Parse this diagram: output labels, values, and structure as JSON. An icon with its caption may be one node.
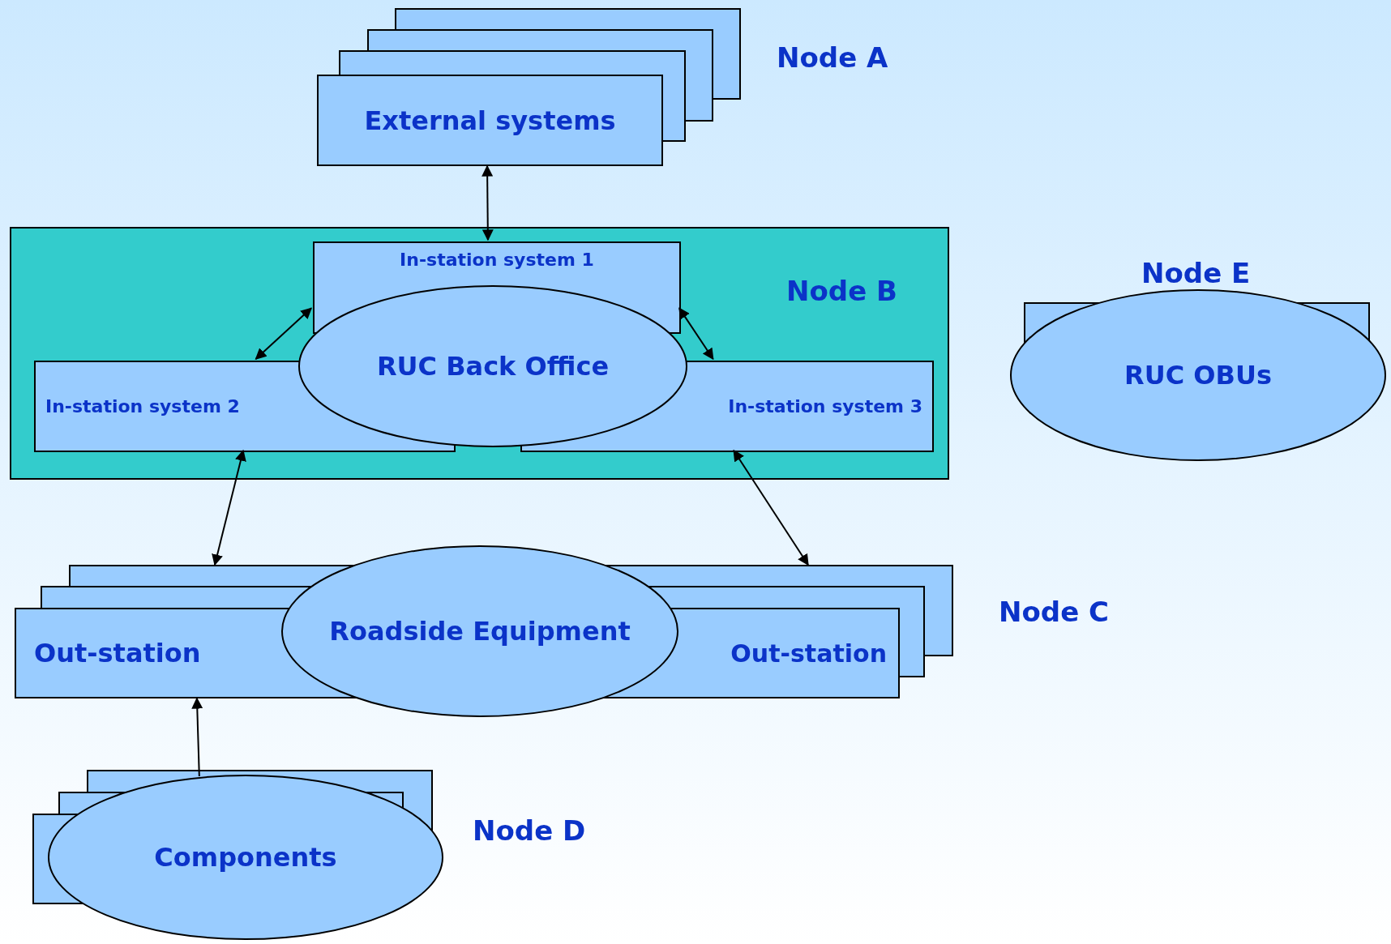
{
  "diagram": {
    "nodes": [
      {
        "text": [
          "External systems"
        ]
      },
      {
        "text": [
          "Node B"
        ]
      },
      {
        "text": [
          "In-station system 1"
        ],
        "in": 1
      },
      {
        "text": [
          "In-station system 2"
        ],
        "in": 1
      },
      {
        "text": [
          "In-station system 3"
        ],
        "in": 1
      },
      {
        "text": [
          "RUC Back Office"
        ],
        "in": 1
      },
      {
        "text": [
          "RUC OBUs"
        ]
      },
      {
        "text": [
          "Out-station"
        ]
      },
      {
        "text": [
          "Out-station"
        ]
      },
      {
        "text": [
          "Roadside Equipment"
        ]
      },
      {
        "text": [
          "Components"
        ]
      }
    ],
    "edges": [
      {
        "from": 0,
        "to": 2,
        "arrow": "both"
      },
      {
        "from": 2,
        "to": 3,
        "arrow": "both"
      },
      {
        "from": 2,
        "to": 4,
        "arrow": "both"
      },
      {
        "from": 3,
        "to": 7,
        "arrow": "both"
      },
      {
        "from": 4,
        "to": 8,
        "arrow": "both"
      },
      {
        "from": 10,
        "to": 7,
        "arrow": "to"
      }
    ],
    "labels": [
      "Node A",
      "Node E",
      "Node C",
      "Node D"
    ]
  }
}
